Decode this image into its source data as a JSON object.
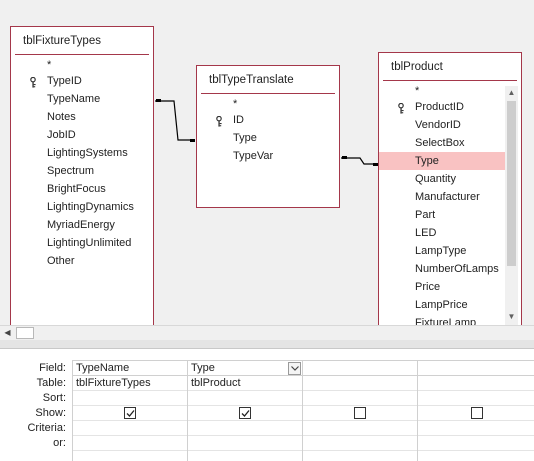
{
  "tables": {
    "fixture": {
      "title": "tblFixtureTypes",
      "fields": [
        {
          "label": "*",
          "star": true
        },
        {
          "label": "TypeID",
          "key": true
        },
        {
          "label": "TypeName"
        },
        {
          "label": "Notes"
        },
        {
          "label": "JobID"
        },
        {
          "label": "LightingSystems"
        },
        {
          "label": "Spectrum"
        },
        {
          "label": "BrightFocus"
        },
        {
          "label": "LightingDynamics"
        },
        {
          "label": "MyriadEnergy"
        },
        {
          "label": "LightingUnlimited"
        },
        {
          "label": "Other"
        }
      ]
    },
    "translate": {
      "title": "tblTypeTranslate",
      "fields": [
        {
          "label": "*",
          "star": true
        },
        {
          "label": "ID",
          "key": true
        },
        {
          "label": "Type"
        },
        {
          "label": "TypeVar"
        }
      ]
    },
    "product": {
      "title": "tblProduct",
      "fields": [
        {
          "label": "*",
          "star": true
        },
        {
          "label": "ProductID",
          "key": true
        },
        {
          "label": "VendorID"
        },
        {
          "label": "SelectBox"
        },
        {
          "label": "Type",
          "selected": true
        },
        {
          "label": "Quantity"
        },
        {
          "label": "Manufacturer"
        },
        {
          "label": "Part"
        },
        {
          "label": "LED"
        },
        {
          "label": "LampType"
        },
        {
          "label": "NumberOfLamps"
        },
        {
          "label": "Price"
        },
        {
          "label": "LampPrice"
        },
        {
          "label": "FixtureLamp"
        }
      ]
    }
  },
  "grid": {
    "row_labels": [
      "Field:",
      "Table:",
      "Sort:",
      "Show:",
      "Criteria:",
      "or:"
    ],
    "columns": [
      {
        "field": "TypeName",
        "table": "tblFixtureTypes",
        "show": true,
        "dropdown": false
      },
      {
        "field": "Type",
        "table": "tblProduct",
        "show": true,
        "dropdown": true
      },
      {
        "field": "",
        "table": "",
        "show": false,
        "dropdown": false
      },
      {
        "field": "",
        "table": "",
        "show": false,
        "dropdown": false
      }
    ]
  },
  "colors": {
    "table_border": "#a4374a",
    "selected_field": "#f9c2c2"
  },
  "icons": {
    "key": "key-icon",
    "checkbox": "checkbox-icon",
    "dropdown": "chevron-down-icon",
    "scroll_up": "scroll-up-arrow-icon",
    "scroll_down": "scroll-down-arrow-icon",
    "scroll_left": "scroll-left-arrow-icon"
  }
}
